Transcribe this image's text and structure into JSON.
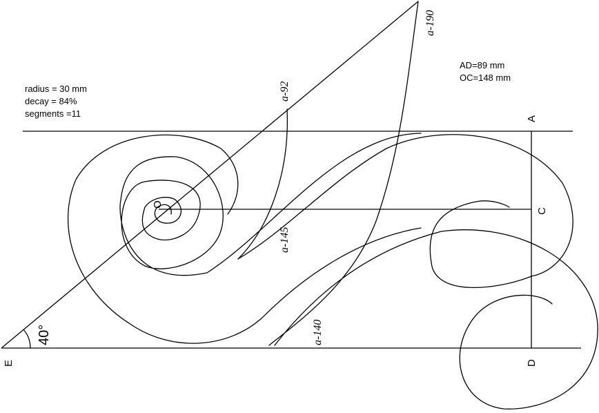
{
  "parameters": {
    "radius": "radius = 30 mm",
    "decay": "decay =  84%",
    "segments": "segments =11"
  },
  "measurements": {
    "ad": "AD=89 mm",
    "oc": "OC=148 mm"
  },
  "points": {
    "a": "A",
    "c": "C",
    "d": "D",
    "e": "E",
    "o": "O"
  },
  "angle": "40°",
  "curve_labels": {
    "a92": "a-92",
    "a190": "a-190",
    "a145": "a-145",
    "a140": "a-140"
  }
}
